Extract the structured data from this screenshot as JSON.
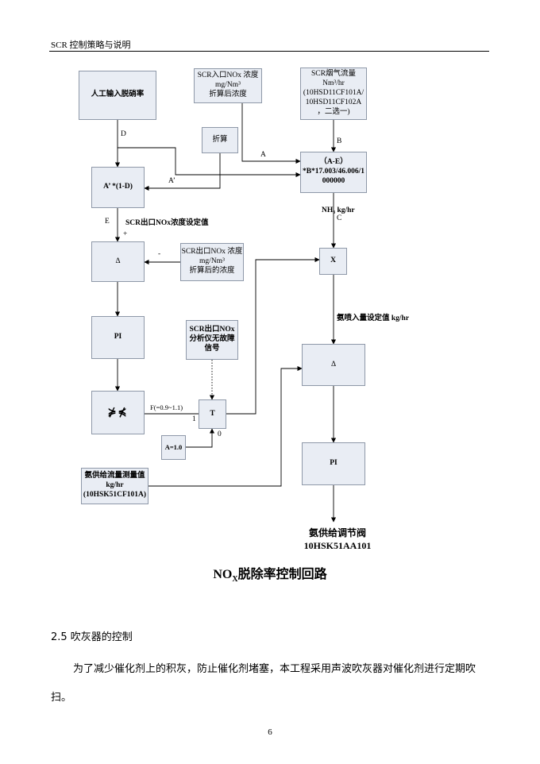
{
  "header": {
    "title": "SCR 控制策略与说明"
  },
  "diagram": {
    "boxes": {
      "manual_rate": "人工输入脱硝率",
      "inlet_nox": "SCR入口NOx 浓度\nmg/Nm³\n折算后浓度",
      "flue_flow": "SCR烟气流量\nNm³/hr\n(10HSD11CF101A/\n10HSD11CF102A\n，二选一)",
      "conversion": "折算",
      "calc": "（A-E）\n*B*17.003/46.006/1\n000000",
      "a_prime": "A’ *(1-D)",
      "delta1": "Δ",
      "outlet_nox": "SCR出口NOx 浓度\nmg/Nm³\n折算后的浓度",
      "multiply": "X",
      "pi1": "PI",
      "analyzer": "SCR出口NOx\n分析仪无故障\n信号",
      "delta2": "Δ",
      "bias": "⋡⋠",
      "switch": "T",
      "a_const": "A=1.0",
      "pi2": "PI",
      "ammonia_flow": "氨供给流量测量值\nkg/hr\n(10HSK51CF101A)"
    },
    "labels": {
      "d": "D",
      "a": "A",
      "b": "B",
      "a_prime": "A’",
      "e": "E",
      "setpoint": "SCR出口NOx浓度设定值",
      "plus": "+",
      "minus": "-",
      "nh3": "NH₃ kg/hr",
      "c": "C",
      "ammonia_setpoint": "氨喷入量设定值 kg/hr",
      "range": "F(=0.9~1.1)",
      "one": "1",
      "zero": "0"
    },
    "output": "氨供给调节阀\n10HSK51AA101"
  },
  "caption": {
    "main": "NO",
    "sub": "X",
    "rest": "脱除率控制回路"
  },
  "section": {
    "title": "2.5  吹灰器的控制",
    "paragraph": "为了减少催化剂上的积灰，防止催化剂堵塞，本工程采用声波吹灰器对催化剂进行定期吹扫。"
  },
  "page_number": "6"
}
